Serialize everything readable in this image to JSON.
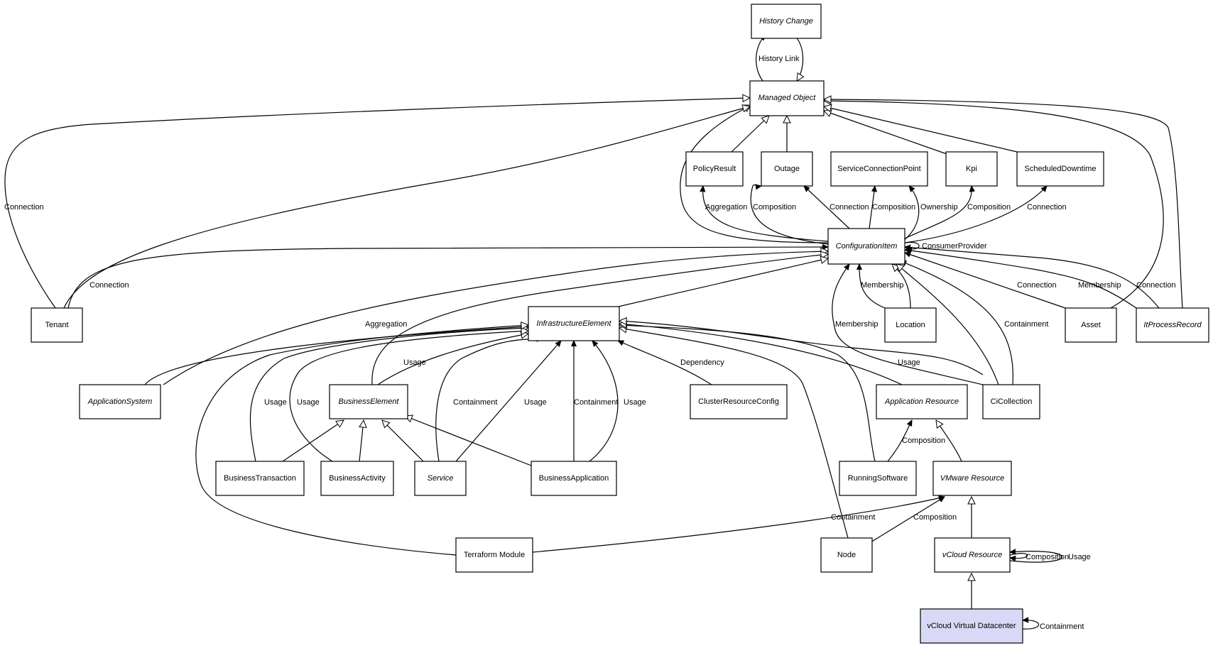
{
  "nodes": {
    "history_change": {
      "label": "History Change",
      "abstract": true
    },
    "managed_object": {
      "label": "Managed Object",
      "abstract": true
    },
    "policy_result": {
      "label": "PolicyResult",
      "abstract": false
    },
    "outage": {
      "label": "Outage",
      "abstract": false
    },
    "service_connection_point": {
      "label": "ServiceConnectionPoint",
      "abstract": false
    },
    "kpi": {
      "label": "Kpi",
      "abstract": false
    },
    "scheduled_downtime": {
      "label": "ScheduledDowntime",
      "abstract": false
    },
    "configuration_item": {
      "label": "ConfigurationItem",
      "abstract": true
    },
    "tenant": {
      "label": "Tenant",
      "abstract": false
    },
    "infrastructure_element": {
      "label": "InfrastructureElement",
      "abstract": true
    },
    "location": {
      "label": "Location",
      "abstract": false
    },
    "asset": {
      "label": "Asset",
      "abstract": false
    },
    "it_process_record": {
      "label": "ItProcessRecord",
      "abstract": true
    },
    "application_system": {
      "label": "ApplicationSystem",
      "abstract": true
    },
    "business_element": {
      "label": "BusinessElement",
      "abstract": true
    },
    "cluster_resource_config": {
      "label": "ClusterResourceConfig",
      "abstract": false
    },
    "application_resource": {
      "label": "Application Resource",
      "abstract": true
    },
    "ci_collection": {
      "label": "CiCollection",
      "abstract": false
    },
    "business_transaction": {
      "label": "BusinessTransaction",
      "abstract": false
    },
    "business_activity": {
      "label": "BusinessActivity",
      "abstract": false
    },
    "service": {
      "label": "Service",
      "abstract": true
    },
    "business_application": {
      "label": "BusinessApplication",
      "abstract": false
    },
    "running_software": {
      "label": "RunningSoftware",
      "abstract": false
    },
    "vmware_resource": {
      "label": "VMware Resource",
      "abstract": true
    },
    "terraform_module": {
      "label": "Terraform Module",
      "abstract": false
    },
    "node": {
      "label": "Node",
      "abstract": false
    },
    "vcloud_resource": {
      "label": "vCloud Resource",
      "abstract": true
    },
    "vcloud_virtual_datacenter": {
      "label": "vCloud Virtual Datacenter",
      "abstract": false
    }
  },
  "edge_labels": {
    "history_link": "History Link",
    "tenant_mo_connection": "Connection",
    "ci_policy_aggregation": "Aggregation",
    "ci_outage_composition": "Composition",
    "ci_outage_connection": "Connection",
    "ci_scp_composition": "Composition",
    "ci_scp_ownership": "Ownership",
    "ci_kpi_composition": "Composition",
    "ci_sched_connection": "Connection",
    "ci_consumer_provider": "ConsumerProvider",
    "tenant_ci_connection": "Connection",
    "ci_location_membership": "Membership",
    "asset_ci_connection": "Connection",
    "itpr_ci_membership": "Membership",
    "itpr_ci_connection": "Connection",
    "appsys_ci_aggregation": "Aggregation",
    "cicoll_ci_membership": "Membership",
    "cicoll_ci_containment": "Containment",
    "cicoll_ie_usage": "Usage",
    "be_ie_usage": "Usage",
    "crc_ie_dependency": "Dependency",
    "bt_ie_usage": "Usage",
    "ba_ie_usage": "Usage",
    "service_ie_containment": "Containment",
    "service_ie_usage": "Usage",
    "bapp_ie_containment": "Containment",
    "bapp_ie_usage": "Usage",
    "rs_ar_composition": "Composition",
    "tm_vmw_containment": "Containment",
    "node_vmw_composition": "Composition",
    "vcr_self_composition": "Composition",
    "vcr_self_usage": "Usage",
    "vcvd_self_containment": "Containment"
  }
}
